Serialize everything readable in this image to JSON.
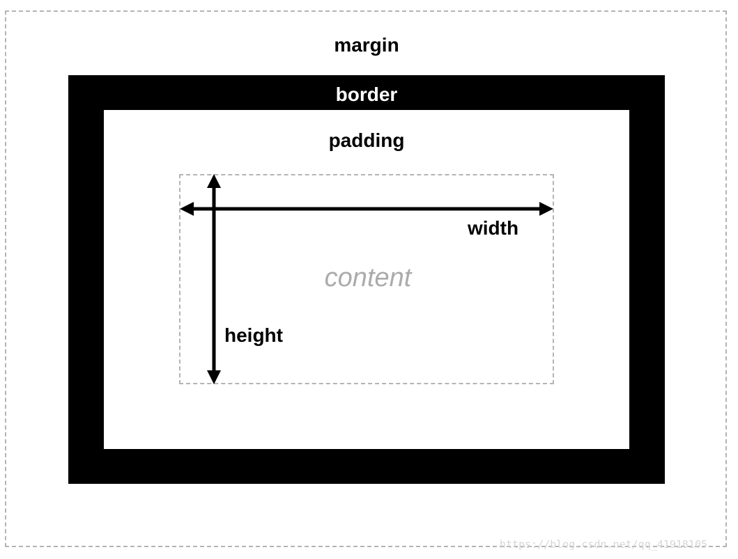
{
  "labels": {
    "margin": "margin",
    "border": "border",
    "padding": "padding",
    "content": "content",
    "width": "width",
    "height": "height"
  },
  "watermark": "https://blog.csdn.net/qq_41918105",
  "colors": {
    "border_fill": "#000000",
    "dashed_line": "#b4b4b4",
    "content_text": "#ababab",
    "label_text": "#000000",
    "border_label_text": "#ffffff",
    "watermark_text": "#d6d6d6"
  },
  "icons": {
    "width_arrow": "double-headed-horizontal-arrow-icon",
    "height_arrow": "double-headed-vertical-arrow-icon"
  }
}
